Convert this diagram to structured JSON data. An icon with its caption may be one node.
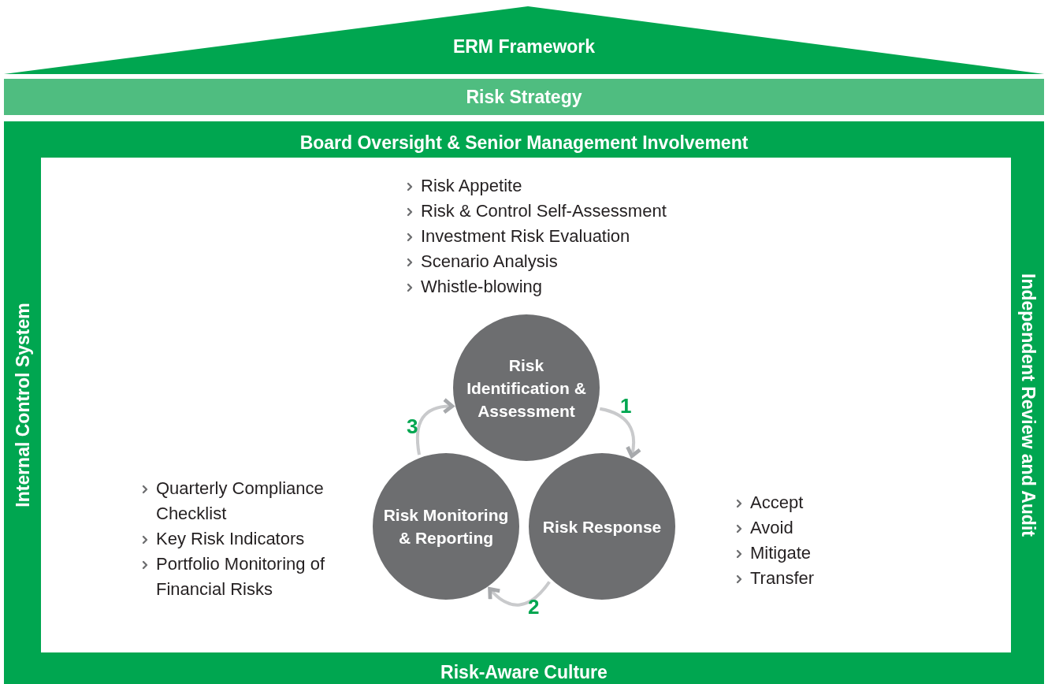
{
  "diagram": {
    "nodes": [
      {
        "text": [
          "ERM Framework"
        ]
      },
      {
        "text": [
          "Risk Strategy"
        ]
      },
      {
        "text": [
          "Board Oversight & Senior Management Involvement",
          "Internal Control System",
          "Independent Review and Audit",
          "Risk-Aware Culture"
        ]
      },
      {
        "text": [
          "Risk Identification & Assessment"
        ],
        "in": 2,
        "beside": [
          "Risk Appetite",
          "Risk & Control Self-Assessment",
          "Investment Risk Evaluation",
          "Scenario Analysis",
          "Whistle-blowing"
        ]
      },
      {
        "text": [
          "Risk Monitoring & Reporting"
        ],
        "in": 2,
        "beside": [
          "Quarterly Compliance Checklist",
          "Key Risk Indicators",
          "Portfolio Monitoring of Financial Risks"
        ]
      },
      {
        "text": [
          "Risk Response"
        ],
        "in": 2,
        "beside": [
          "Accept",
          "Avoid",
          "Mitigate",
          "Transfer"
        ]
      }
    ],
    "edges": [
      {
        "from": 3,
        "to": 5,
        "arrow": "to",
        "label": "1"
      },
      {
        "from": 5,
        "to": 4,
        "arrow": "to",
        "label": "2"
      },
      {
        "from": 4,
        "to": 3,
        "arrow": "to",
        "label": "3"
      }
    ]
  }
}
